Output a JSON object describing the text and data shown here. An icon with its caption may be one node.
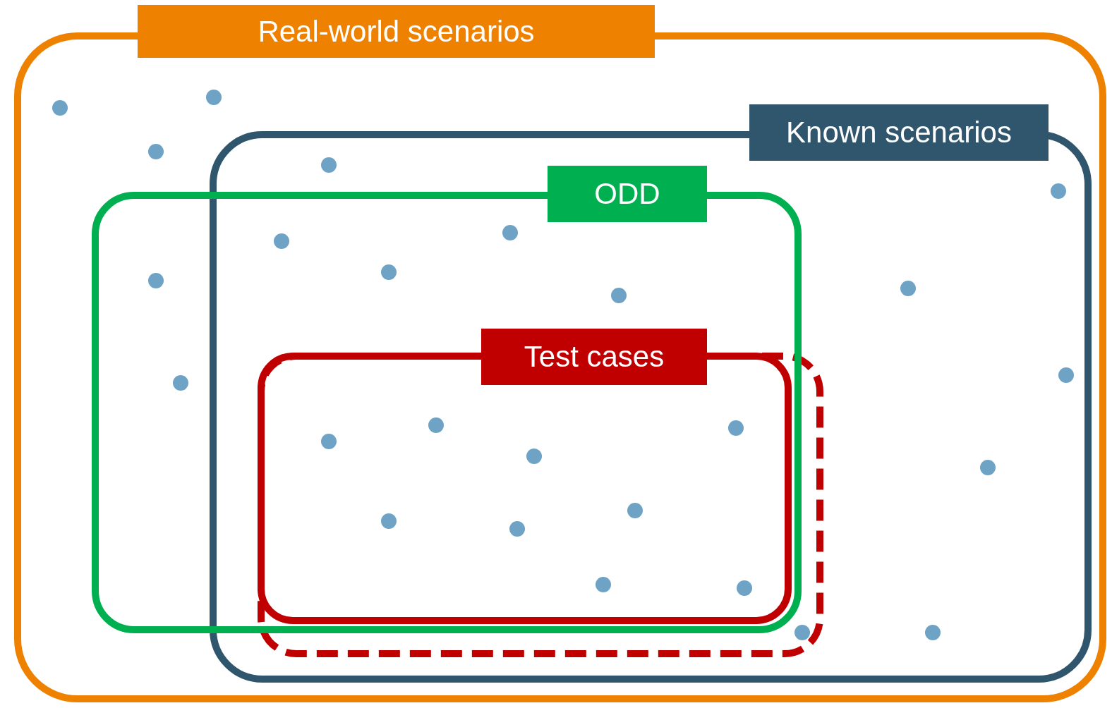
{
  "diagram": {
    "nodes": [
      {
        "text": [
          "Real-world scenarios"
        ]
      },
      {
        "text": [
          "Known scenarios"
        ],
        "in": 0
      },
      {
        "text": [
          "ODD"
        ],
        "in": 0
      },
      {
        "text": [
          "Test cases"
        ],
        "in": 2
      }
    ]
  }
}
